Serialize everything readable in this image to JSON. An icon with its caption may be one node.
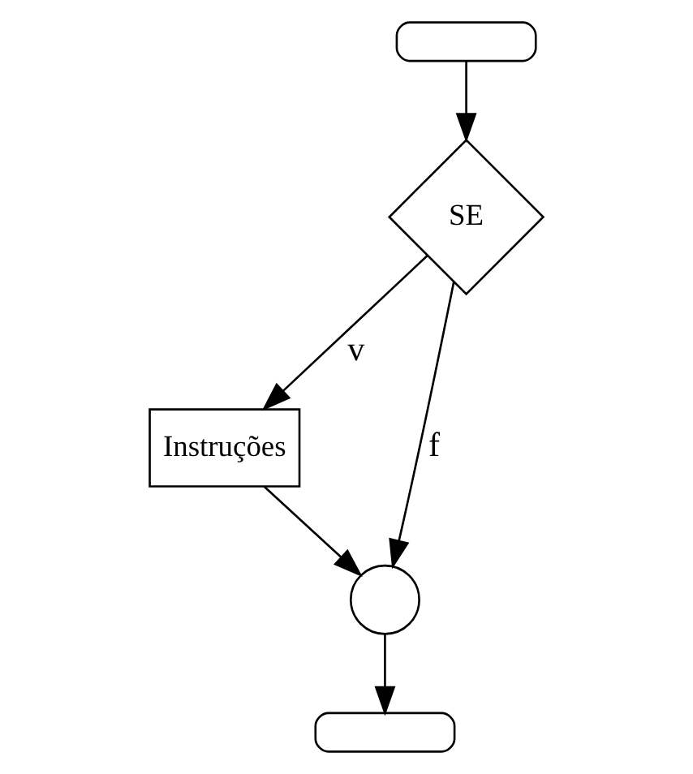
{
  "diagram": {
    "nodes": [
      {
        "text": [],
        "shape": "terminal"
      },
      {
        "text": [
          "SE"
        ]
      },
      {
        "text": [
          "Instruções"
        ]
      },
      {
        "text": [],
        "shape": "circle"
      },
      {
        "text": [],
        "shape": "terminal"
      }
    ],
    "edges": [
      {
        "from": 0,
        "to": 1,
        "arrow": "to"
      },
      {
        "from": 1,
        "to": 3,
        "arrow": "to",
        "label": "f"
      },
      {
        "from": 1,
        "to": 2,
        "arrow": "to",
        "label": "v"
      },
      {
        "from": 2,
        "to": 3,
        "arrow": "to"
      },
      {
        "from": 3,
        "to": 4,
        "arrow": "to"
      }
    ]
  }
}
